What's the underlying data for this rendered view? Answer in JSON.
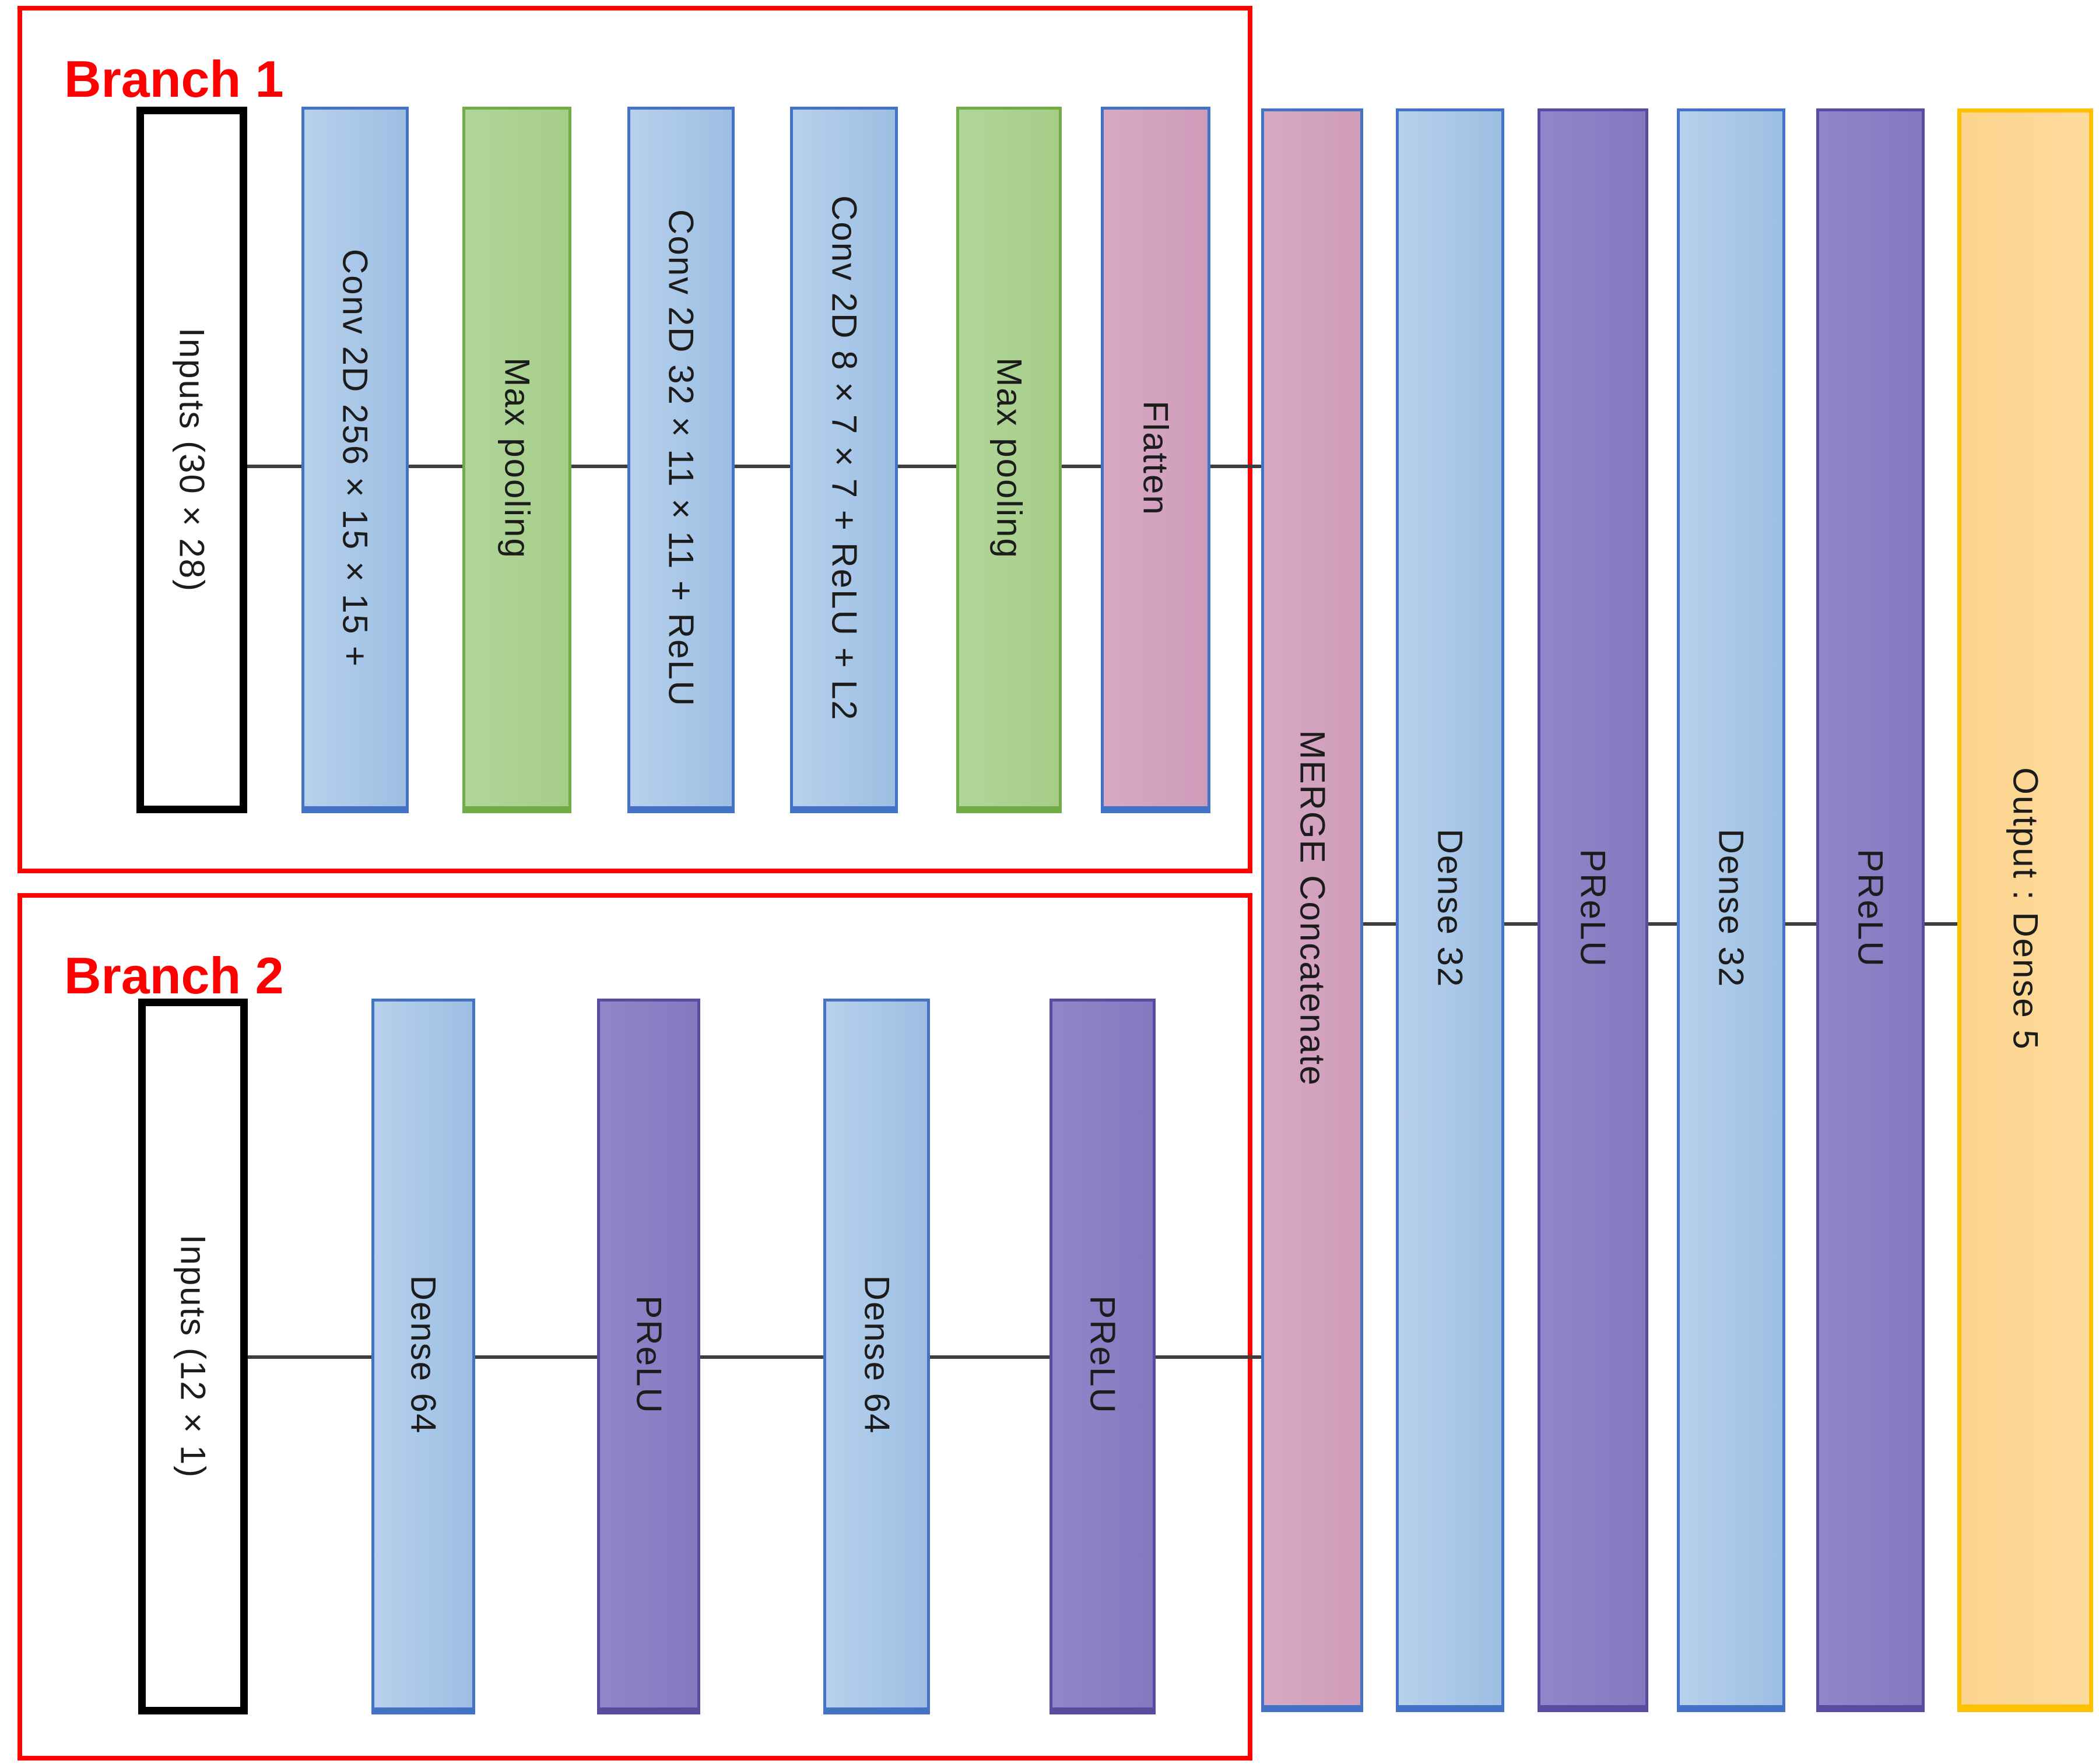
{
  "branch1": {
    "label": "Branch 1",
    "nodes": [
      {
        "label": "Inputs (30 × 28)",
        "type": "input"
      },
      {
        "label": "Conv 2D 256 × 15 × 15 +",
        "type": "conv"
      },
      {
        "label": "Max pooling",
        "type": "pool"
      },
      {
        "label": "Conv 2D 32 × 11 × 11 + ReLU",
        "type": "conv"
      },
      {
        "label": "Conv 2D 8 × 7 × 7 + ReLU + L2",
        "type": "conv"
      },
      {
        "label": "Max pooling",
        "type": "pool"
      },
      {
        "label": "Flatten",
        "type": "flatten"
      }
    ]
  },
  "branch2": {
    "label": "Branch 2",
    "nodes": [
      {
        "label": "Inputs (12 × 1)",
        "type": "input"
      },
      {
        "label": "Dense 64",
        "type": "dense"
      },
      {
        "label": "PReLU",
        "type": "activation"
      },
      {
        "label": "Dense 64",
        "type": "dense"
      },
      {
        "label": "PReLU",
        "type": "activation"
      }
    ]
  },
  "trunk": {
    "nodes": [
      {
        "label": "MERGE Concatenate",
        "type": "merge"
      },
      {
        "label": "Dense 32",
        "type": "dense"
      },
      {
        "label": "PReLU",
        "type": "activation"
      },
      {
        "label": "Dense 32",
        "type": "dense"
      },
      {
        "label": "PReLU",
        "type": "activation"
      },
      {
        "label": "Output : Dense 5",
        "type": "output"
      }
    ]
  },
  "colors": {
    "frame_red": "#FF0000",
    "input_fill": "#FFFFFF",
    "input_border": "#000000",
    "conv_dense_fill": "#A7C6E7",
    "conv_dense_border": "#4472C4",
    "pool_fill": "#A9D18E",
    "pool_border": "#70AD47",
    "merge_flatten_fill": "#D2A3BF",
    "merge_flatten_border": "#4472C4",
    "prelu_fill": "#8B7CC6",
    "prelu_border": "#5A4AA0",
    "output_fill": "#FCD690",
    "output_border": "#FFC000",
    "connector": "#3D3D3D",
    "text": "#1C1C1C"
  }
}
